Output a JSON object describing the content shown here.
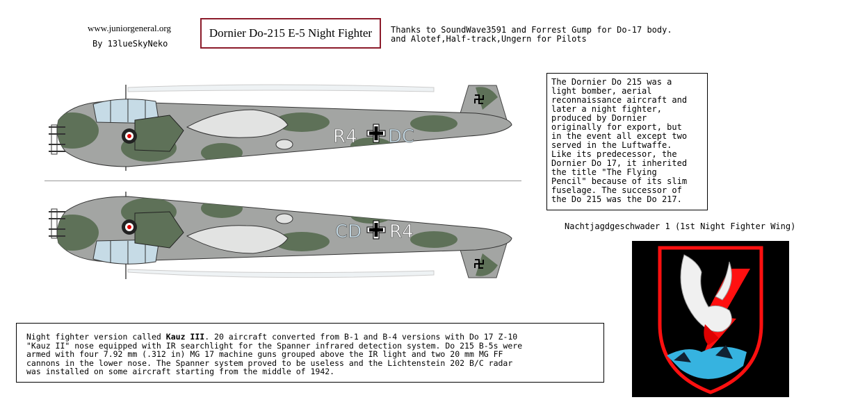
{
  "header": {
    "site": "www.juniorgeneral.org",
    "author": "By 13lueSkyNeko",
    "title": "Dornier Do-215 E-5 Night Fighter",
    "thanks_line1": "Thanks to SoundWave3591 and Forrest Gump for Do-17 body.",
    "thanks_line2": "and Alotef,Half-track,Ungern for Pilots"
  },
  "aircraft": {
    "top_code_left": "R4",
    "top_code_right": "DC",
    "bottom_code_left": "CD",
    "bottom_code_right": "R4"
  },
  "info_box": {
    "text": "The Dornier Do 215 was a\nlight bomber, aerial\nreconnaissance aircraft and\nlater a night fighter,\nproduced by Dornier\noriginally for export, but\nin the event all except two\nserved in the Luftwaffe.\nLike its predecessor, the\nDornier Do 17, it inherited\nthe title \"The Flying\nPencil\" because of its slim\nfuselage. The successor of\nthe Do 215 was the Do 217."
  },
  "unit": {
    "label": "Nachtjagdgeschwader 1 (1st Night Fighter Wing)"
  },
  "description": {
    "line1_pre": "Night fighter version called ",
    "line1_bold": "Kauz III",
    "line1_post": ". 20 aircraft converted from B-1 and B-4 versions with Do 17 Z-10",
    "line2": "\"Kauz II\" nose equipped with IR searchlight for the Spanner infrared detection system. Do 215 B-5s were",
    "line3": "armed with four 7.92 mm (.312 in) MG 17 machine guns grouped above the IR light and two 20 mm MG FF",
    "line4": "cannons in the lower nose. The Spanner system proved to be useless and the Lichtenstein 202 B/C radar",
    "line5": "was installed on some aircraft starting from the middle of 1942."
  },
  "colors": {
    "camo_grey": "#a3a5a3",
    "camo_green": "#5e7158",
    "glass": "#c6dbe6",
    "title_border": "#8b1a2a",
    "emblem_red": "#ff1010",
    "emblem_blue": "#36b3e0"
  }
}
